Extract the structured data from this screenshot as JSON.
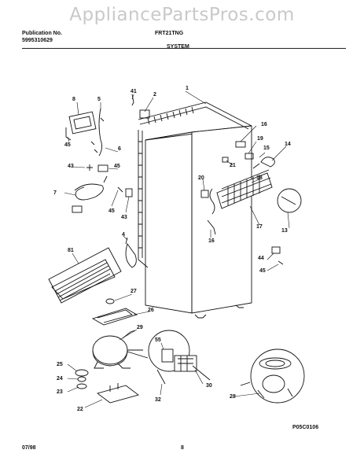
{
  "watermark": "AppliancePartsPros.com",
  "header": {
    "publication_label": "Publication No.",
    "publication_number": "5995310629",
    "model": "FRT21TNG",
    "section": "SYSTEM"
  },
  "diagram_code": "P05C0106",
  "footer": {
    "date": "07/98",
    "page": "8"
  },
  "callouts": [
    "1",
    "2",
    "41",
    "5",
    "8",
    "6",
    "45",
    "43",
    "45",
    "7",
    "45",
    "43",
    "4",
    "81",
    "27",
    "26",
    "29",
    "55",
    "25",
    "24",
    "23",
    "22",
    "30",
    "32",
    "28",
    "15",
    "16",
    "19",
    "14",
    "21",
    "20",
    "18",
    "17",
    "13",
    "16",
    "44",
    "45"
  ]
}
